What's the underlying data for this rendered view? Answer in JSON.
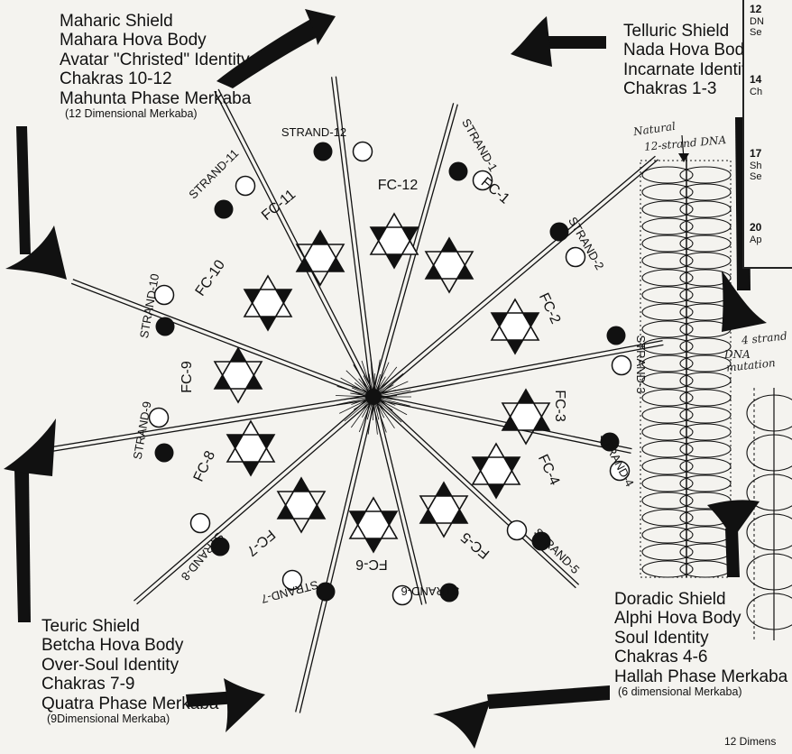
{
  "shields": {
    "maharic": {
      "lines": [
        "Maharic Shield",
        "Mahara Hova Body",
        "Avatar \"Christed\" Identity",
        "Chakras 10-12",
        "Mahunta Phase Merkaba"
      ],
      "note": "(12 Dimensional Merkaba)"
    },
    "telluric": {
      "lines": [
        "Telluric Shield",
        "Nada Hova Body",
        "Incarnate Identity",
        "Chakras 1-3"
      ]
    },
    "teuric": {
      "lines": [
        "Teuric Shield",
        "Betcha Hova Body",
        "Over-Soul Identity",
        "Chakras 7-9",
        "Quatra Phase Merkaba"
      ],
      "note": "(9Dimensional Merkaba)"
    },
    "doradic": {
      "lines": [
        "Doradic Shield",
        "Alphi Hova Body",
        "Soul Identity",
        "Chakras 4-6",
        "Hallah Phase Merkaba"
      ],
      "note": "(6 dimensional Merkaba)"
    }
  },
  "strands": [
    "STRAND-1",
    "STRAND-2",
    "STRAND-3",
    "STRAND-4",
    "STRAND-5",
    "STRAND-6",
    "STRAND-7",
    "STRAND-8",
    "STRAND-9",
    "STRAND-10",
    "STRAND-11",
    "STRAND-12"
  ],
  "fcs": [
    "FC-1",
    "FC-2",
    "FC-3",
    "FC-4",
    "FC-5",
    "FC-6",
    "FC-7",
    "FC-8",
    "FC-9",
    "FC-10",
    "FC-11",
    "FC-12"
  ],
  "handwritten": {
    "natural": "Natural",
    "twelve_strand": "12-strand DNA",
    "four_strand": "4 strand",
    "dna": "DNA",
    "mutation": "mutation"
  },
  "right_panel": [
    {
      "n": "12",
      "rest": [
        "DN",
        "Se"
      ]
    },
    {
      "n": "14",
      "rest": [
        "Ch"
      ]
    },
    {
      "n": "17",
      "rest": [
        "Sh",
        "Se"
      ]
    },
    {
      "n": "20",
      "rest": [
        "Ap"
      ]
    }
  ],
  "bottom_note": "12 Dimens",
  "colors": {
    "ink": "#111111",
    "paper": "#f4f3ef"
  }
}
